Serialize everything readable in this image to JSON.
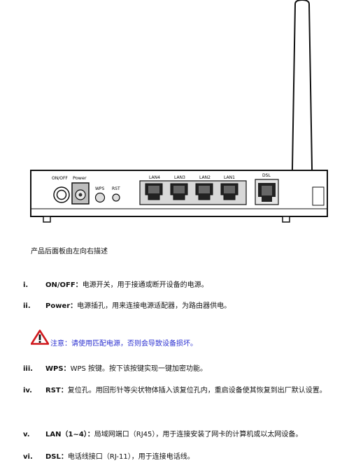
{
  "panel": {
    "on_off": "ON/OFF",
    "power": "Power",
    "wps": "WPS",
    "rst": "RST",
    "lan4": "LAN4",
    "lan3": "LAN3",
    "lan2": "LAN2",
    "lan1": "LAN1",
    "dsl": "DSL"
  },
  "caption": "产品后面板由左向右描述",
  "items": [
    {
      "num": "i.",
      "term": "ON/OFF：",
      "desc": "电源开关，用于接通或断开设备的电源。"
    },
    {
      "num": "ii.",
      "term": "Power：",
      "desc": "电源插孔，用来连接电源适配器，为路由器供电。"
    },
    {
      "num": "iii.",
      "term": "WPS：",
      "desc": "WPS 按键。按下该按键实现一键加密功能。"
    },
    {
      "num": "iv.",
      "term": "RST：",
      "desc": "复位孔。用回形针等尖状物体插入该复位孔内，重启设备使其恢复到出厂默认设置。"
    },
    {
      "num": "v.",
      "term": "LAN（1~4）：",
      "desc": "局域网端口（RJ45），用于连接安装了网卡的计算机或以太网设备。"
    },
    {
      "num": "vi.",
      "term": "DSL：",
      "desc": "电话线接口（RJ-11），用于连接电话线。"
    }
  ],
  "warning": {
    "text": "注意：请使用匹配电源，否则会导致设备损坏。",
    "icon": "warning-triangle-icon",
    "color": "#2a2fd0"
  }
}
